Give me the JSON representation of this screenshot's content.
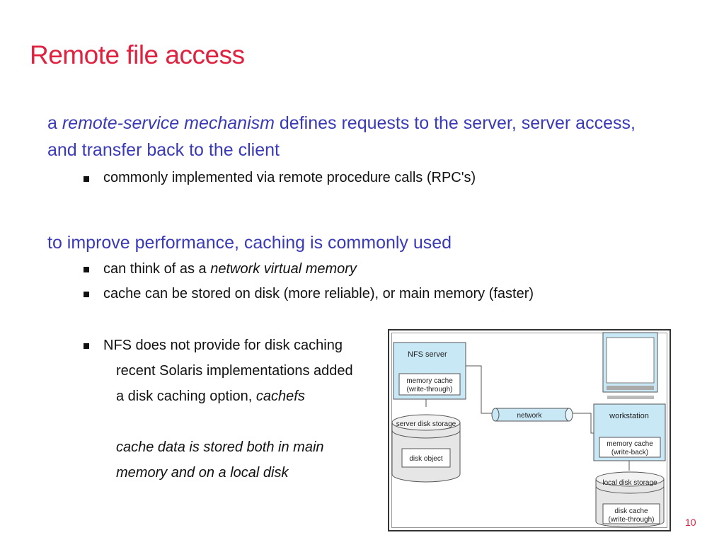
{
  "title": "Remote file access",
  "p1": {
    "pre": "a ",
    "em": "remote-service mechanism",
    "post": " defines requests to the server, server access,",
    "line2": "and transfer back to the client",
    "bullet": "commonly implemented via remote procedure calls (RPC's)"
  },
  "p2": {
    "text": "to improve performance, caching is commonly used",
    "b1_pre": "can think of as a ",
    "b1_em": "network virtual memory",
    "b2": "cache can be stored on disk (more reliable), or main memory (faster)",
    "b3": "NFS does not provide for disk caching",
    "b3_l2": "recent Solaris implementations added",
    "b3_l3_pre": "a disk caching option, ",
    "b3_l3_em": "cachefs",
    "note1": "cache data is stored both in main",
    "note2": "memory and on a local disk"
  },
  "diagram": {
    "nfs_server": "NFS server",
    "server_cache_1": "memory cache",
    "server_cache_2": "(write-through)",
    "server_disk": "server disk storage",
    "disk_object": "disk object",
    "network": "network",
    "workstation": "workstation",
    "ws_cache_1": "memory cache",
    "ws_cache_2": "(write-back)",
    "local_disk": "local disk storage",
    "local_cache_1": "disk cache",
    "local_cache_2": "(write-through)"
  },
  "page_number": "10"
}
